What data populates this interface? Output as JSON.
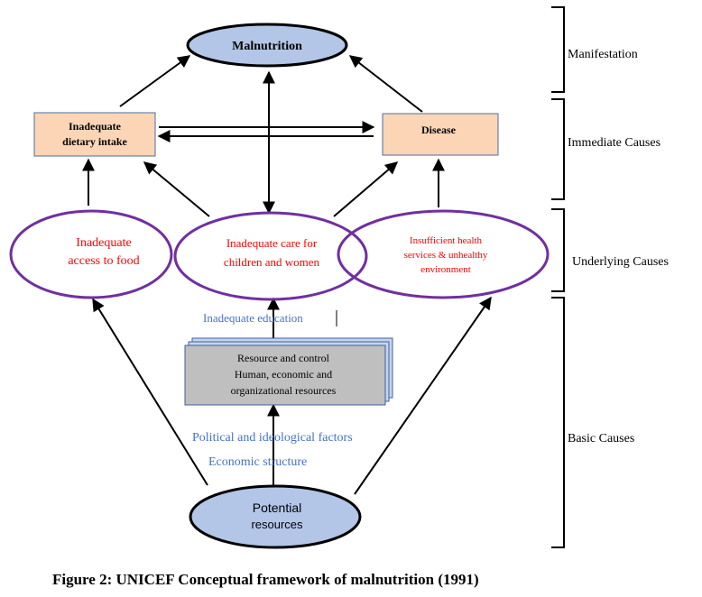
{
  "colors": {
    "ellipse_fill": "#b3c6e7",
    "box_fill": "#fbd5b5",
    "resource_fill": "#bfbfbf",
    "resource_stack": "#c6d4ee",
    "resource_stack_border": "#3f5fa0",
    "purple": "#7030a0",
    "red_text": "#ff0000",
    "blue_text": "#4472c4",
    "black": "#000000"
  },
  "nodes": {
    "malnutrition": "Malnutrition",
    "inadequate_intake_1": "Inadequate",
    "inadequate_intake_2": "dietary intake",
    "disease": "Disease",
    "access_food_1": "Inadequate",
    "access_food_2": "access to food",
    "care_1": "Inadequate care for",
    "care_2": "children and women",
    "health_1": "Insufficient health",
    "health_2": "services & unhealthy",
    "health_3": "environment",
    "resource_1": "Resource and control",
    "resource_2": "Human, economic and",
    "resource_3": "organizational resources",
    "potential_1": "Potential",
    "potential_2": "resources"
  },
  "labels": {
    "inadequate_education": "Inadequate education",
    "political": "Political and ideological factors",
    "economic": "Economic structure"
  },
  "levels": {
    "manifestation": "Manifestation",
    "immediate": "Immediate Causes",
    "underlying": "Underlying Causes",
    "basic": "Basic Causes"
  },
  "caption": "Figure 2: UNICEF Conceptual framework of malnutrition (1991)"
}
